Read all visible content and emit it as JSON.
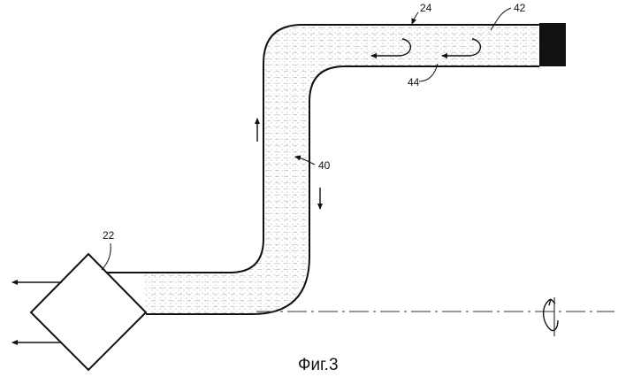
{
  "figure": {
    "caption": "Фиг.3",
    "labels": {
      "device": "22",
      "tube": "24",
      "fluid": "40",
      "end_cap": "42",
      "flow": "44"
    }
  }
}
